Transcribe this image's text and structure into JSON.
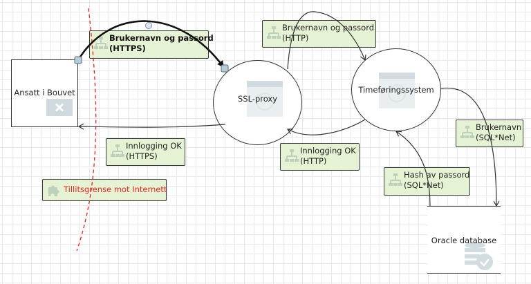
{
  "diagram": {
    "type": "data-flow-diagram",
    "nodes": {
      "employee": {
        "label": "Ansatt i Bouvet",
        "kind": "external-entity",
        "icon": "close-icon"
      },
      "ssl_proxy": {
        "label": "SSL-proxy",
        "kind": "process",
        "icon": "process-icon"
      },
      "timesystem": {
        "label": "Timeføringssystem",
        "kind": "process",
        "icon": "process-icon"
      },
      "oracle": {
        "label": "Oracle database",
        "kind": "data-store",
        "icon": "database-check-icon"
      }
    },
    "flows": {
      "login_https": {
        "line1": "Brukernavn og passord",
        "line2": "(HTTPS)",
        "from": "Ansatt i Bouvet",
        "to": "SSL-proxy",
        "selected": true
      },
      "login_http": {
        "line1": "Brukernavn og passord",
        "line2": "(HTTP)",
        "from": "SSL-proxy",
        "to": "Timeføringssystem"
      },
      "ok_http": {
        "line1": "Innlogging OK",
        "line2": "(HTTP)",
        "from": "Timeføringssystem",
        "to": "SSL-proxy"
      },
      "ok_https": {
        "line1": "Innlogging OK",
        "line2": "(HTTPS)",
        "from": "SSL-proxy",
        "to": "Ansatt i Bouvet"
      },
      "username_sql": {
        "line1": "Brukernavn",
        "line2": "(SQL*Net)",
        "from": "Timeføringssystem",
        "to": "Oracle database"
      },
      "hash_sql": {
        "line1": "Hash av passord",
        "line2": "(SQL*Net)",
        "from": "Oracle database",
        "to": "Timeføringssystem"
      }
    },
    "boundary": {
      "label": "Tillitsgrense mot Internett",
      "color": "#e8231f"
    },
    "colors": {
      "label_fill": "#e6f2d4",
      "line": "#333333",
      "grid": "#e9e9e9"
    }
  }
}
